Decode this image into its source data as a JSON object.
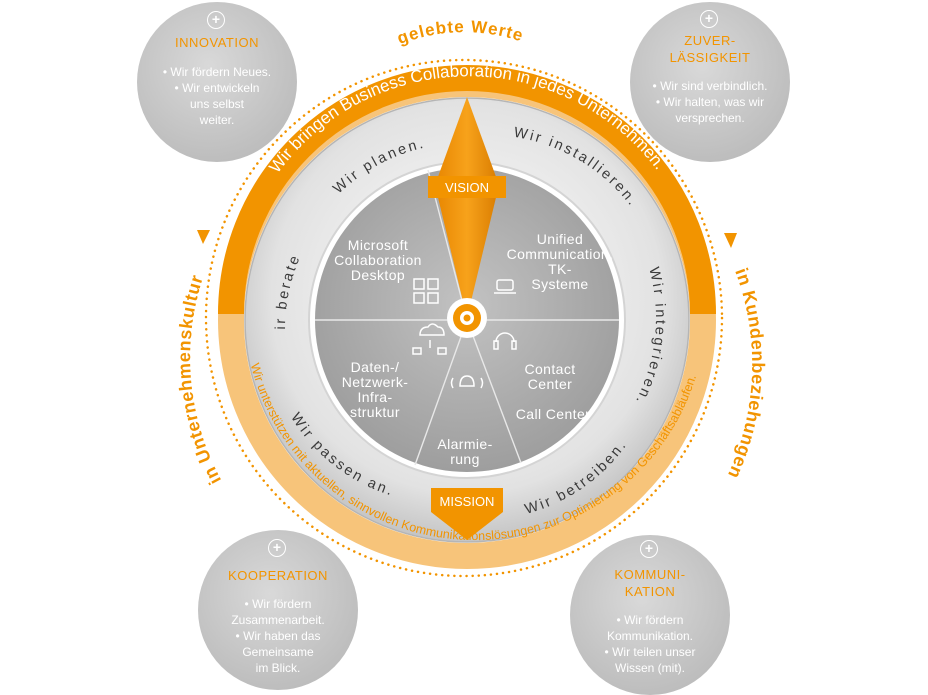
{
  "values_ring": {
    "top": "gelebte Werte",
    "left": "in Unternehmenskultur",
    "right": "in Kundenbeziehungen"
  },
  "vision_band": "Wir bringen Business Collaboration in jedes Unternehmen.",
  "mission_band": "Wir unterstützen mit aktuellen, sinnvollen Kommunikationslösungen zur Optimierung von Geschäftsabläufen.",
  "compass": {
    "vision": "VISION",
    "mission": "MISSION"
  },
  "inner_ring": {
    "planen": "Wir planen.",
    "installieren": "Wir installieren.",
    "integrieren": "Wir integrieren.",
    "betreiben": "Wir betreiben.",
    "passen": "Wir passen an.",
    "beraten": "Wir beraten."
  },
  "segments": {
    "microsoft": [
      "Microsoft",
      "Collaboration",
      "Desktop"
    ],
    "unified": [
      "Unified",
      "Communication,",
      "TK-",
      "Systeme"
    ],
    "contact": [
      "Contact",
      "Center"
    ],
    "call": "Call Center",
    "alarm": [
      "Alarmie-",
      "rung"
    ],
    "daten": [
      "Daten-/",
      "Netzwerk-",
      "Infra-",
      "struktur"
    ]
  },
  "values": {
    "innovation": {
      "title": [
        "INNOVATION"
      ],
      "items": [
        "• Wir fördern Neues.",
        "• Wir entwickeln",
        "uns selbst",
        "weiter."
      ]
    },
    "zuverlaessigkeit": {
      "title": [
        "ZUVER-",
        "LÄSSIGKEIT"
      ],
      "items": [
        "• Wir sind verbindlich.",
        "• Wir halten, was wir",
        "versprechen."
      ]
    },
    "kooperation": {
      "title": [
        "KOOPERATION"
      ],
      "items": [
        "• Wir fördern",
        "Zusammenarbeit.",
        "• Wir haben das",
        "Gemeinsame",
        "im Blick."
      ]
    },
    "kommunikation": {
      "title": [
        "KOMMUNI-",
        "KATION"
      ],
      "items": [
        "• Wir fördern",
        "Kommunikation.",
        "• Wir teilen unser",
        "Wissen (mit)."
      ]
    }
  },
  "colors": {
    "orange": "#f29400",
    "light_orange": "#f7c47a",
    "gray": "#c8c8c8",
    "dark_text": "#3a3a3a"
  }
}
